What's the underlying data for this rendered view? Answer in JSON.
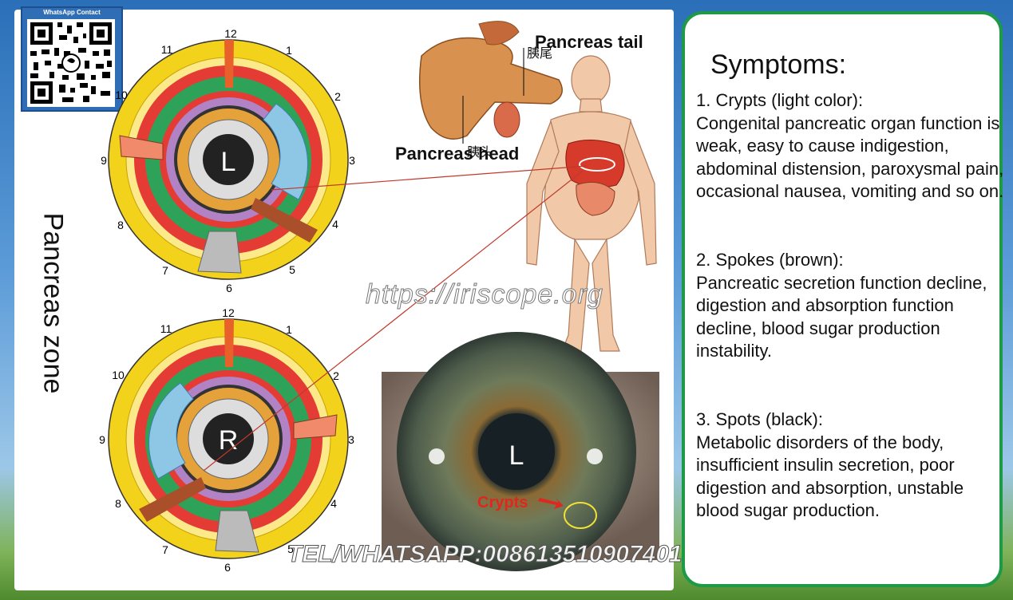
{
  "qr": {
    "label": "WhatsApp Contact"
  },
  "zone_title": "Pancreas zone",
  "charts": {
    "left": {
      "letter": "L",
      "hours": [
        "12",
        "1",
        "2",
        "3",
        "4",
        "5",
        "6",
        "7",
        "8",
        "9",
        "10",
        "11"
      ]
    },
    "right": {
      "letter": "R",
      "hours": [
        "12",
        "1",
        "2",
        "3",
        "4",
        "5",
        "6",
        "7",
        "8",
        "9",
        "10",
        "11"
      ]
    }
  },
  "anatomy": {
    "tail_label": "Pancreas  tail",
    "head_label": "Pancreas head",
    "tail_cn": "胰尾",
    "head_cn": "胰头"
  },
  "eye": {
    "letter": "L",
    "crypts_label": "Crypts"
  },
  "watermark": "https://iriscope.org",
  "contact": "TEL/WHATSAPP:008613510907401",
  "symptoms": {
    "title": "Symptoms:",
    "items": [
      {
        "heading": "1.  Crypts  (light  color):",
        "body": "Congenital pancreatic organ function is weak, easy to cause indigestion, abdominal  distension, paroxysmal pain, occasional nausea,  vomiting   and so on."
      },
      {
        "heading": "2.  Spokes   (brown):",
        "body": "Pancreatic secretion function decline, digestion and absorption function decline, blood sugar production instability."
      },
      {
        "heading": "3.  Spots   (black):",
        "body": "Metabolic disorders of the body, insufficient insulin secretion, poor digestion and absorption, unstable blood sugar production."
      }
    ]
  },
  "colors": {
    "green_border": "#1e9a46",
    "crypts_red": "#e0261e",
    "ring_yellow": "#f3d21b"
  }
}
